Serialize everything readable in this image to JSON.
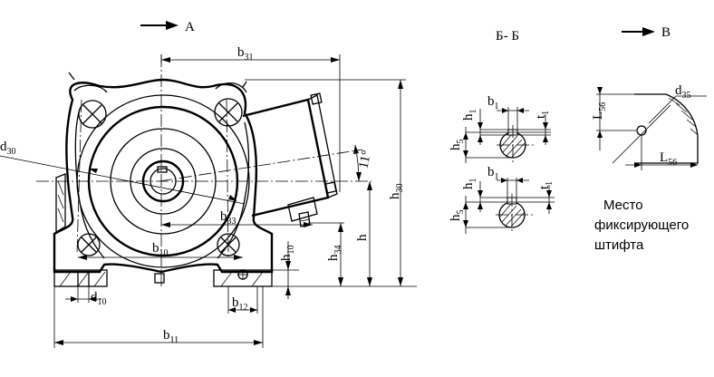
{
  "views": {
    "view_a": "А",
    "section_bb": "Б- Б",
    "view_v": "В"
  },
  "dims": {
    "b31": {
      "base": "b",
      "sub": "31"
    },
    "d30": {
      "base": "d",
      "sub": "30"
    },
    "b33": {
      "base": "b",
      "sub": "33"
    },
    "b10": {
      "base": "b",
      "sub": "10"
    },
    "d10": {
      "base": "d",
      "sub": "10"
    },
    "b12": {
      "base": "b",
      "sub": "12"
    },
    "b11": {
      "base": "b",
      "sub": "11"
    },
    "h10": {
      "base": "h",
      "sub": "10"
    },
    "h34": {
      "base": "h",
      "sub": "34"
    },
    "h": {
      "base": "h",
      "sub": ""
    },
    "h30": {
      "base": "h",
      "sub": "30"
    },
    "angle": "11°",
    "h1_a": {
      "base": "h",
      "sub": "1"
    },
    "b1_a": {
      "base": "b",
      "sub": "1"
    },
    "t1_a": {
      "base": "t",
      "sub": "1"
    },
    "h5_a": {
      "base": "h",
      "sub": "5"
    },
    "h1_b": {
      "base": "h",
      "sub": "1"
    },
    "b1_b": {
      "base": "b",
      "sub": "1"
    },
    "t1_b": {
      "base": "t",
      "sub": "1"
    },
    "h5_b": {
      "base": "h",
      "sub": "5"
    },
    "d35": {
      "base": "d",
      "sub": "35"
    },
    "L56_v": {
      "base": "L",
      "sub": "56"
    },
    "L56_h": {
      "base": "L",
      "sub": "56"
    }
  },
  "note": [
    "Место",
    "фиксирующего",
    "штифта"
  ]
}
